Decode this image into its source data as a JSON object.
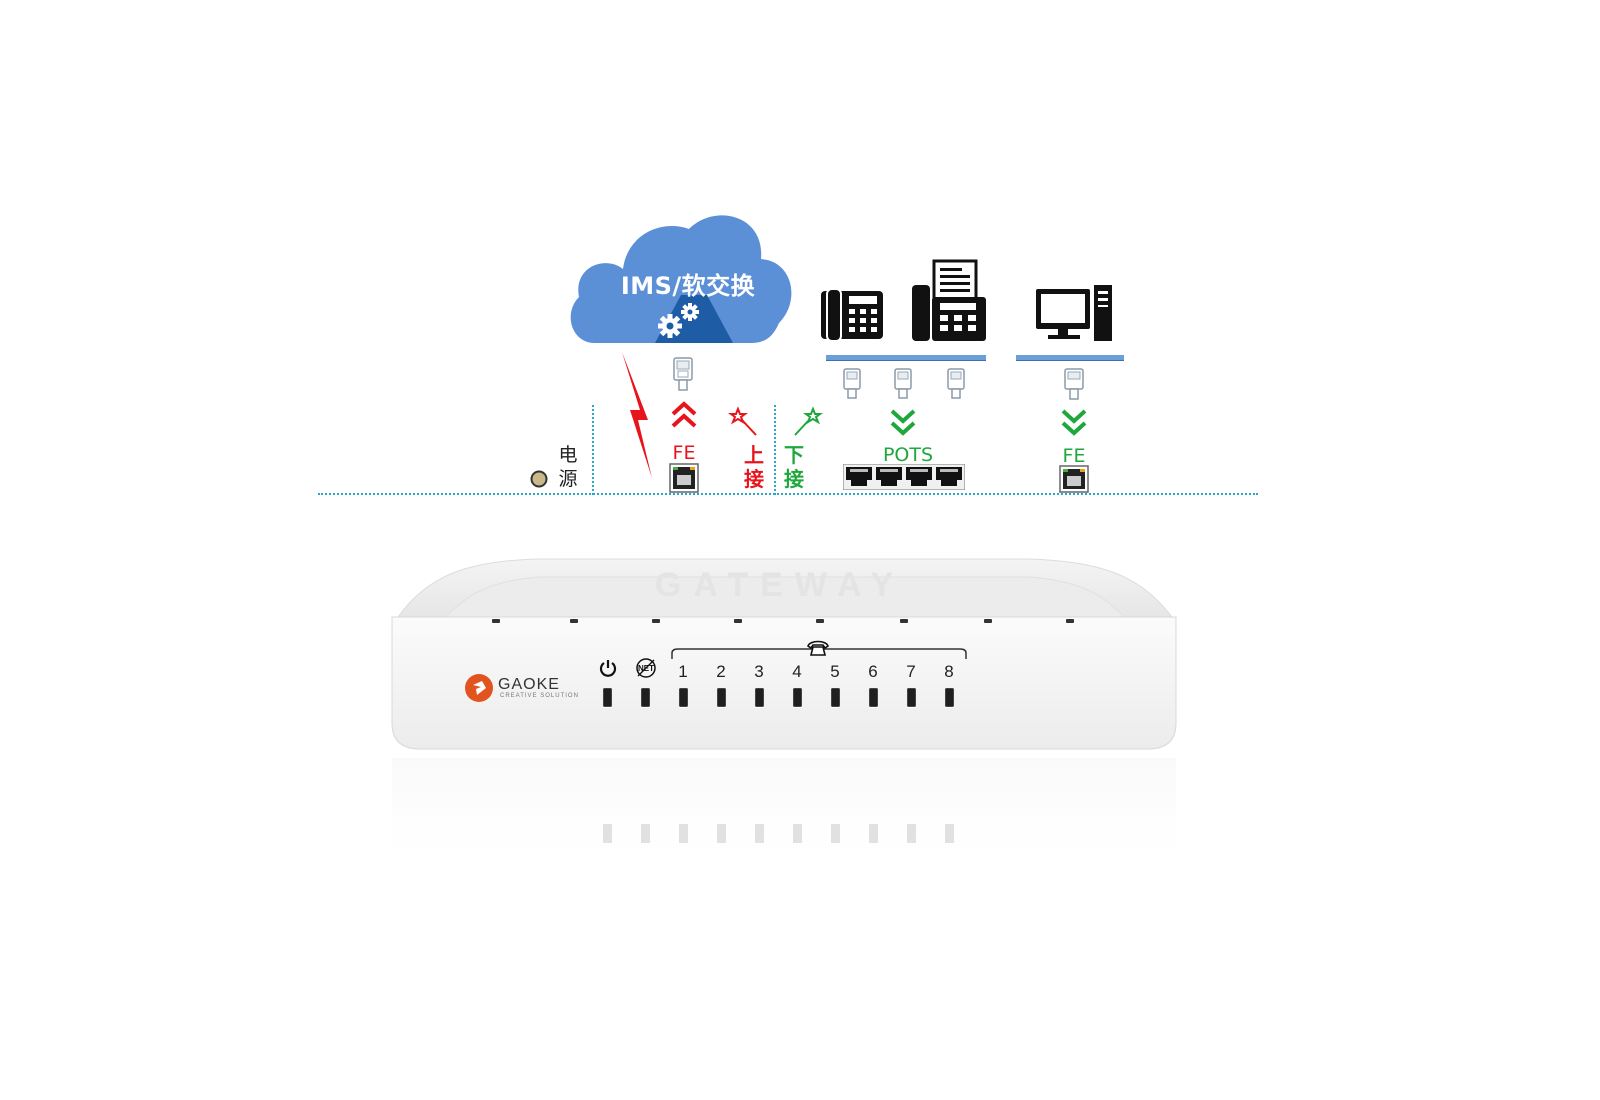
{
  "cloud": {
    "label": "IMS/软交换",
    "icon": "gears-icon",
    "color": "#5b8fd6",
    "accent": "#1e5da6"
  },
  "power": {
    "label_line1": "电",
    "label_line2": "源",
    "icon": "power-led-icon"
  },
  "uplink": {
    "arrow": "double-up-arrow-icon",
    "port_label": "FE",
    "vertical_label_1": "上",
    "vertical_label_2": "接",
    "color": "#e8141c"
  },
  "downlink": {
    "vertical_label_1": "下",
    "vertical_label_2": "接",
    "pots_label": "POTS",
    "fe_label": "FE",
    "color": "#1ea83c"
  },
  "device": {
    "brand": "GAOKE",
    "tagline": "CREATIVE SOLUTION",
    "top_engraving": "GATEWAY",
    "led_numbers": [
      "1",
      "2",
      "3",
      "4",
      "5",
      "6",
      "7",
      "8"
    ],
    "phone_group_icon": "phone-handset-icon",
    "power_icon": "power-symbol-icon",
    "net_icon": "net-icon"
  }
}
